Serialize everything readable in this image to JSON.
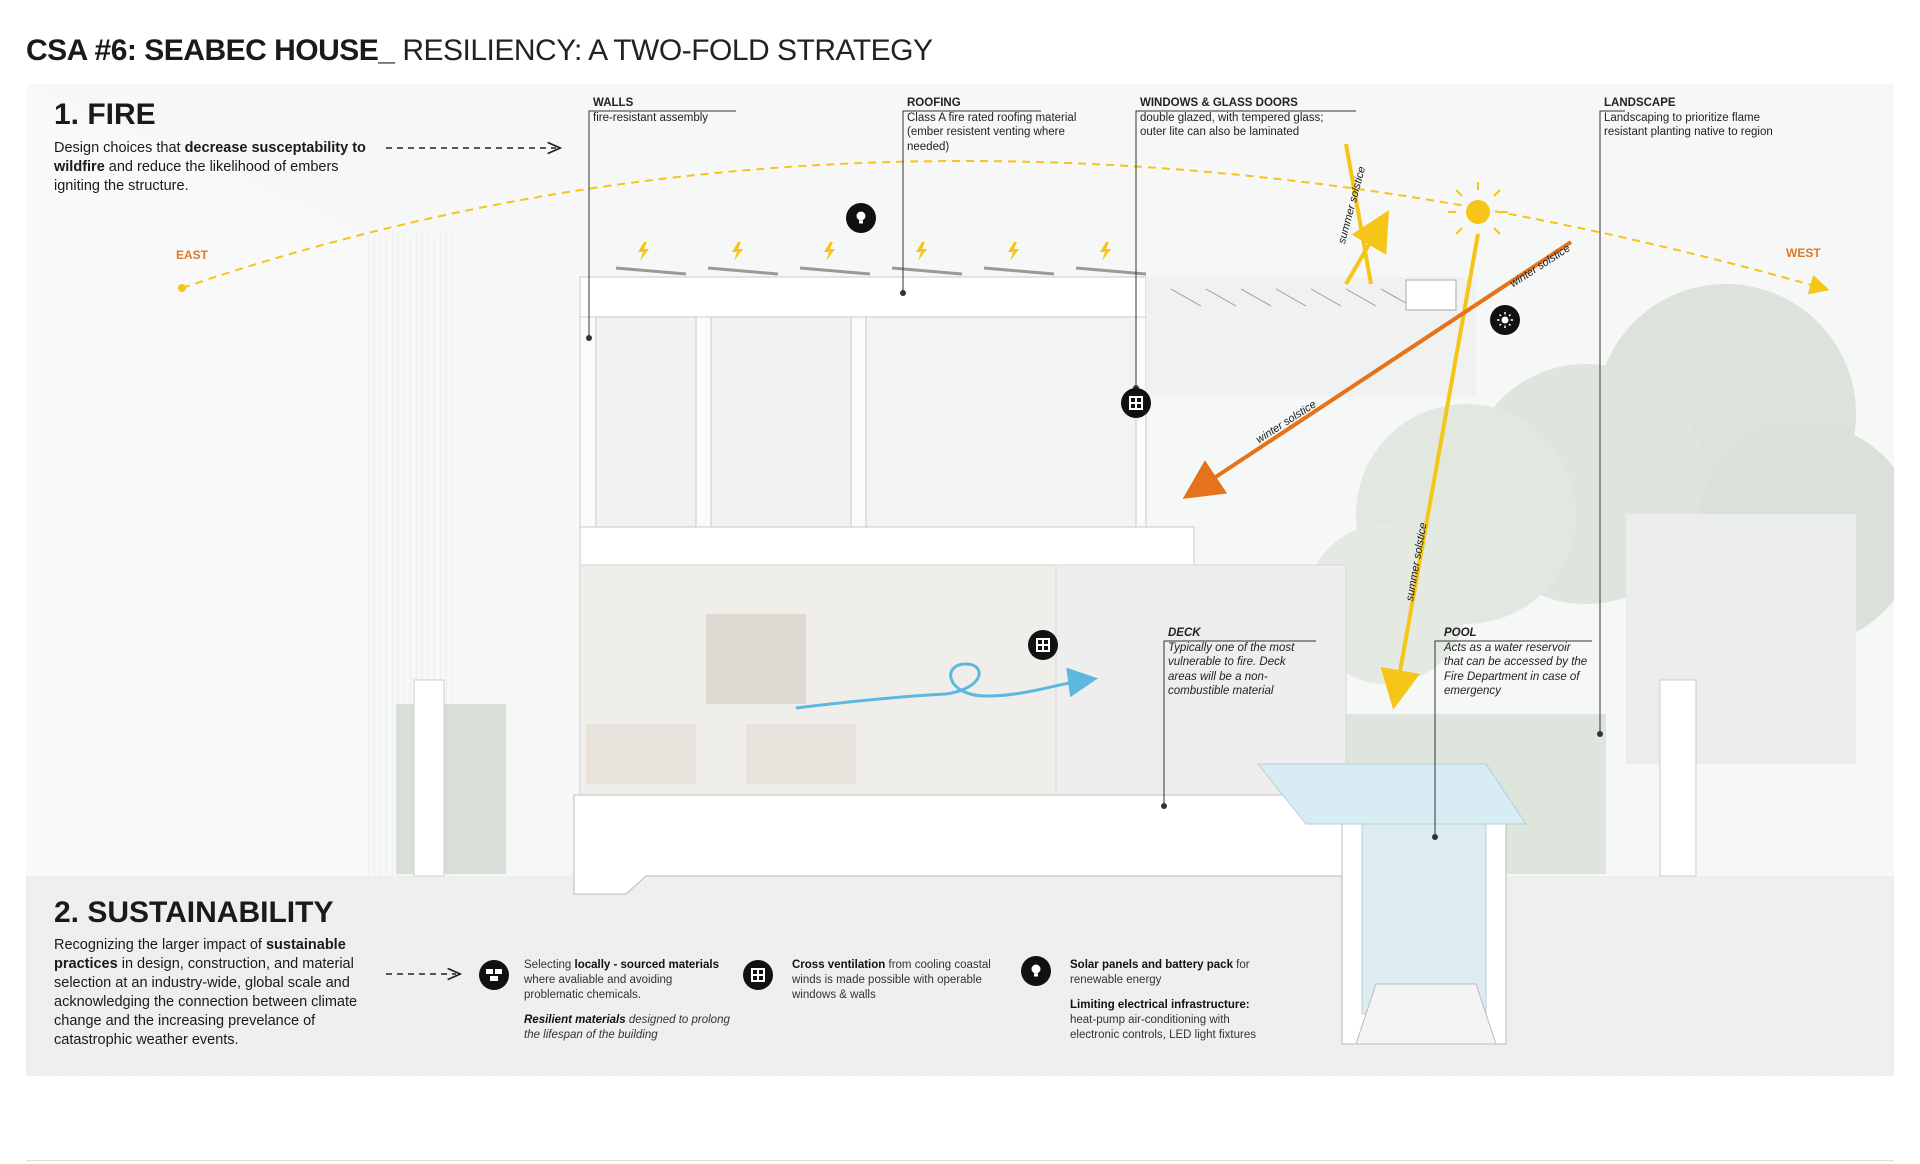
{
  "title": {
    "bold": "CSA #6: SEABEC HOUSE_",
    "sub": "RESILIENCY: A TWO-FOLD STRATEGY"
  },
  "fire": {
    "heading": "1. FIRE",
    "body_pre": "Design choices that ",
    "body_bold": "decrease susceptability to wildfire",
    "body_post": " and reduce the likelihood of embers igniting the structure."
  },
  "sustainability": {
    "heading": "2. SUSTAINABILITY",
    "body_pre": "Recognizing the larger impact of ",
    "body_bold": "sustainable practices",
    "body_post": " in design, construction, and material selection at an industry-wide, global scale and acknowledging the connection between climate change and the increasing prevelance of catastrophic weather events."
  },
  "compass": {
    "east": "EAST",
    "west": "WEST"
  },
  "sun_labels": {
    "summer_top": "summer solstice",
    "winter_top": "winter solstice",
    "winter_mid": "winter solstice",
    "summer_mid": "summer solstice"
  },
  "callouts": {
    "walls": {
      "title": "WALLS",
      "text": "fire-resistant assembly"
    },
    "roofing": {
      "title": "ROOFING",
      "text": "Class A fire rated roofing material (ember resistent venting where needed)"
    },
    "windows": {
      "title": "WINDOWS & GLASS DOORS",
      "text": "double glazed, with tempered glass; outer lite can also be laminated"
    },
    "landscape": {
      "title": "LANDSCAPE",
      "text": "Landscaping to prioritize flame resistant planting native to region"
    },
    "deck": {
      "title": "DECK",
      "text": "Typically one of the most vulnerable to fire. Deck areas will be a non-combustible material"
    },
    "pool": {
      "title": "POOL",
      "text": "Acts as a water reservoir that can be accessed by the Fire Department in case of emergency"
    }
  },
  "legend": {
    "materials": {
      "pre": "Selecting ",
      "bold": "locally - sourced materials",
      "post": " where avaliable and avoiding problematic chemicals.",
      "italic_bold": "Resilient materials",
      "italic_post": " designed to prolong the lifespan of the building"
    },
    "ventilation": {
      "bold": "Cross ventilation",
      "post": " from cooling coastal winds is made possible with operable windows & walls"
    },
    "solar": {
      "bold": "Solar panels and battery pack",
      "post": " for renewable energy",
      "bold2": "Limiting electrical infrastructure:",
      "post2": " heat-pump air-conditioning with electronic controls, LED light fixtures"
    }
  },
  "icons": [
    "lightbulb-icon",
    "window-icon",
    "sun-icon",
    "bricks-icon"
  ],
  "colors": {
    "sun_yellow": "#f5c518",
    "winter_orange": "#e5731c",
    "wind_blue": "#5db8e0",
    "compass_orange": "#e07a2a",
    "pool_water": "#d8ecf3"
  }
}
